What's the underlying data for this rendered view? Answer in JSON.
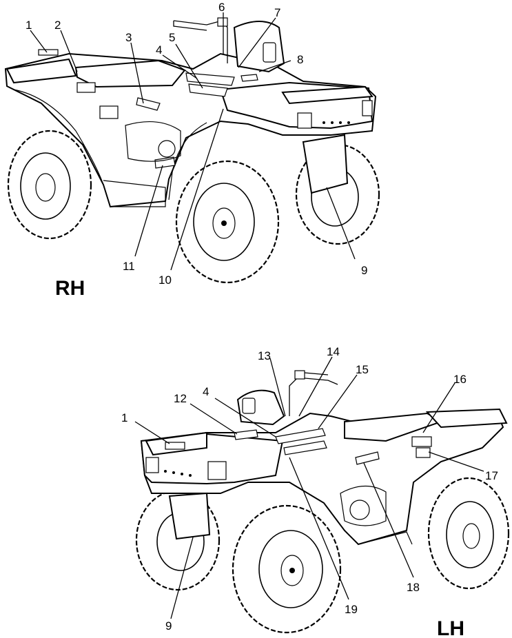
{
  "views": {
    "rh": {
      "label": "RH"
    },
    "lh": {
      "label": "LH"
    }
  },
  "callouts": {
    "rh": [
      "1",
      "2",
      "3",
      "4",
      "5",
      "6",
      "7",
      "8",
      "9",
      "10",
      "11"
    ],
    "lh": [
      "1",
      "4",
      "9",
      "12",
      "13",
      "14",
      "15",
      "16",
      "17",
      "18",
      "19"
    ]
  }
}
